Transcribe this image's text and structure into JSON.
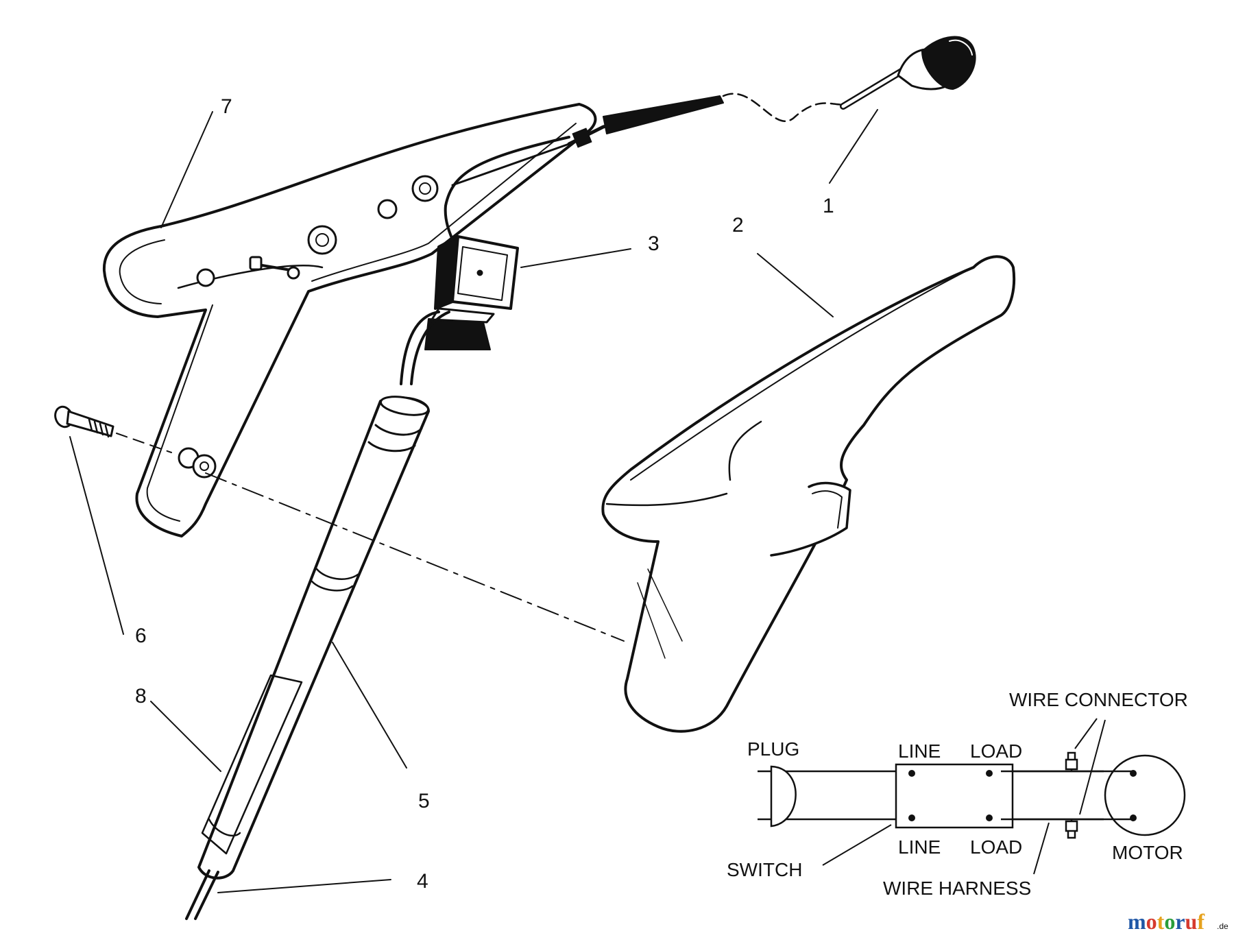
{
  "callouts": [
    "1",
    "2",
    "3",
    "4",
    "5",
    "6",
    "7",
    "8"
  ],
  "schematic": {
    "plug": "PLUG",
    "switch": "SWITCH",
    "line_top": "LINE",
    "line_bottom": "LINE",
    "load_top": "LOAD",
    "load_bottom": "LOAD",
    "wire_connector": "WIRE CONNECTOR",
    "wire_harness": "WIRE HARNESS",
    "motor": "MOTOR"
  },
  "watermark": {
    "brand": "motoruf",
    "suffix": ".de",
    "colors": [
      "#1f57a6",
      "#d63a2e",
      "#e6a21e",
      "#2a9d3a"
    ]
  }
}
